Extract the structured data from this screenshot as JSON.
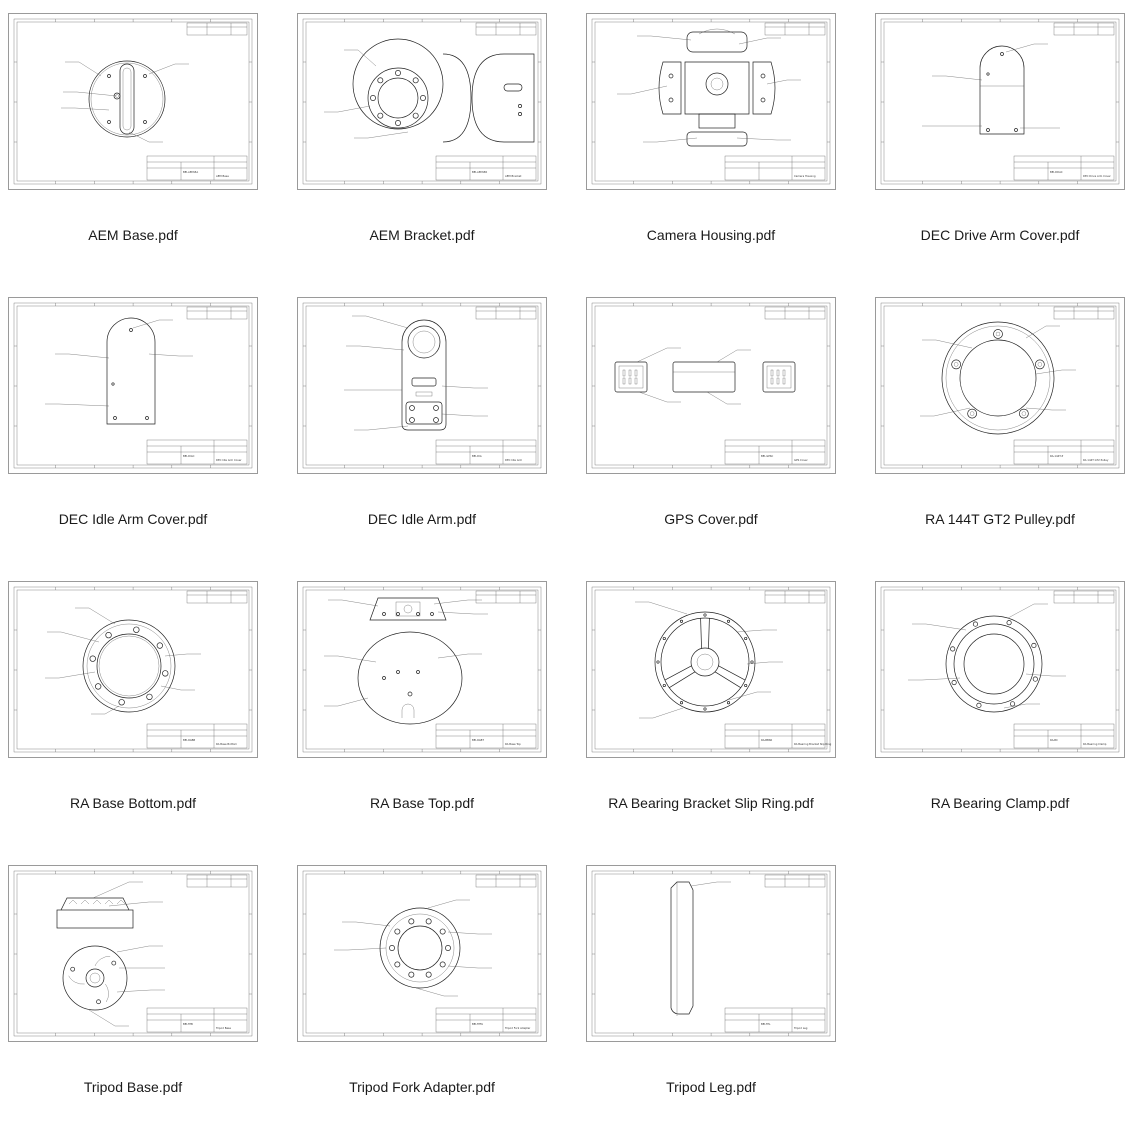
{
  "files": [
    {
      "name": "AEM Base.pdf",
      "drawing": "disc-slot",
      "title_label": "AEM Base",
      "part_no": "BEI-AEM-BA"
    },
    {
      "name": "AEM Bracket.pdf",
      "drawing": "bracket",
      "title_label": "AEM Bracket",
      "part_no": "BEI-AEM-BR"
    },
    {
      "name": "Camera Housing.pdf",
      "drawing": "housing",
      "title_label": "Camera Housing",
      "part_no": ""
    },
    {
      "name": "DEC Drive Arm Cover.pdf",
      "drawing": "arm-cover",
      "title_label": "DEC Drive Arm Cover",
      "part_no": "BEI-DDAC"
    },
    {
      "name": "DEC Idle Arm Cover.pdf",
      "drawing": "arm-cover-tall",
      "title_label": "DEC Idle Arm Cover",
      "part_no": "BEI-DIAC"
    },
    {
      "name": "DEC Idle Arm.pdf",
      "drawing": "idle-arm",
      "title_label": "DEC Idle Arm",
      "part_no": "BEI-DIA"
    },
    {
      "name": "GPS Cover.pdf",
      "drawing": "gps",
      "title_label": "GPS Cover",
      "part_no": "BEI-GPSC"
    },
    {
      "name": "RA 144T GT2 Pulley.pdf",
      "drawing": "ring",
      "title_label": "RA 144T GT2 Pulley",
      "part_no": "RA-144T-P"
    },
    {
      "name": "RA Base Bottom.pdf",
      "drawing": "base-bottom",
      "title_label": "RA Base Bottom",
      "part_no": "BEI-RABB"
    },
    {
      "name": "RA Base Top.pdf",
      "drawing": "base-top",
      "title_label": "RA Base Top",
      "part_no": "BEI-RABT"
    },
    {
      "name": "RA Bearing Bracket Slip Ring.pdf",
      "drawing": "wheel",
      "title_label": "RA Bearing Bracket Slip Ring",
      "part_no": "RA-BBSR"
    },
    {
      "name": "RA Bearing Clamp.pdf",
      "drawing": "clamp",
      "title_label": "RA Bearing Clamp",
      "part_no": "RA-BC"
    },
    {
      "name": "Tripod Base.pdf",
      "drawing": "tripod-base",
      "title_label": "Tripod Base",
      "part_no": "BEI-TPB"
    },
    {
      "name": "Tripod Fork Adapter.pdf",
      "drawing": "fork-adapter",
      "title_label": "Tripod Fork Adapter",
      "part_no": "BEI-TPFA"
    },
    {
      "name": "Tripod Leg.pdf",
      "drawing": "leg",
      "title_label": "Tripod Leg",
      "part_no": "BEI-TPL"
    }
  ]
}
